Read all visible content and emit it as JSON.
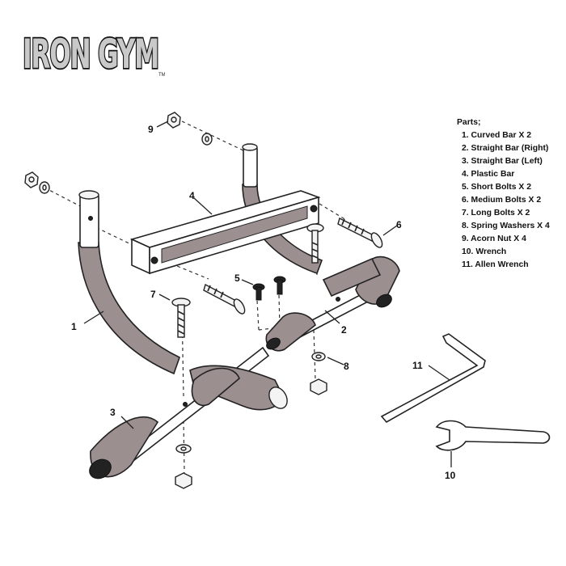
{
  "brand": {
    "logo_text": "IRON GYM",
    "trademark": "TM"
  },
  "parts_list": {
    "title": "Parts;",
    "items": [
      "1. Curved Bar X 2",
      "2. Straight Bar (Right)",
      "3. Straight Bar (Left)",
      "4. Plastic Bar",
      "5. Short Bolts X 2",
      "6. Medium Bolts X 2",
      "7. Long Bolts X 2",
      "8. Spring Washers X 4",
      "9. Acorn Nut X 4",
      "10. Wrench",
      "11. Allen Wrench"
    ]
  },
  "callouts": {
    "c1": "1",
    "c2": "2",
    "c3": "3",
    "c4": "4",
    "c5": "5",
    "c6": "6",
    "c7": "7",
    "c8": "8",
    "c9": "9",
    "c10": "10",
    "c11": "11"
  },
  "colors": {
    "bar_fill": "#9c8f90",
    "outline": "#222222",
    "background": "#ffffff"
  }
}
